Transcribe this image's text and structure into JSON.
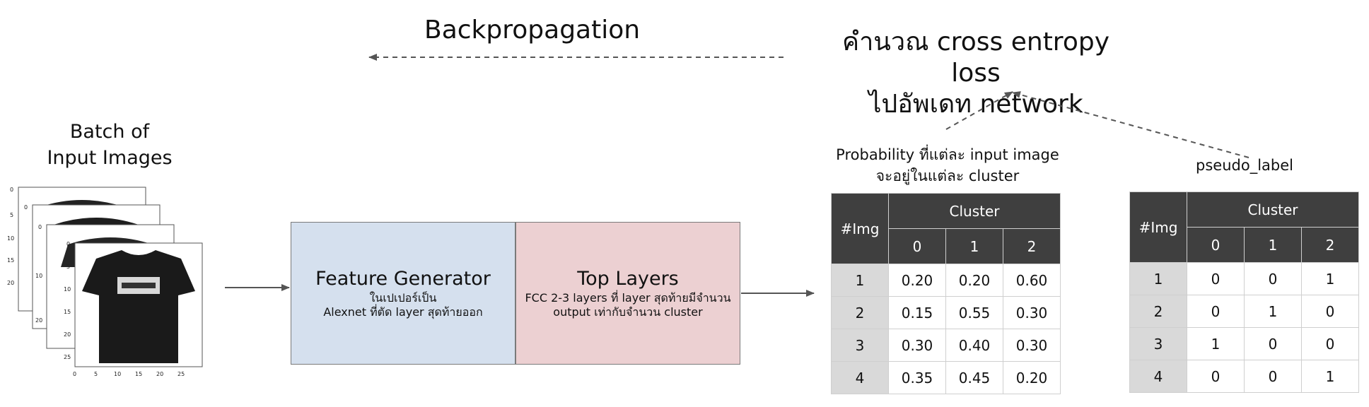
{
  "backprop": {
    "label": "Backpropagation"
  },
  "loss": {
    "line1": "คำนวณ cross entropy loss",
    "line2": "ไปอัพเดท network"
  },
  "batch": {
    "line1": "Batch of",
    "line2": "Input Images"
  },
  "sample_image": {
    "description_icon": "tshirt-icon",
    "axis_ticks_y": [
      "0",
      "5",
      "10",
      "15",
      "20",
      "25"
    ],
    "axis_ticks_x": [
      "0",
      "5",
      "10",
      "15",
      "20",
      "25"
    ]
  },
  "feature_generator": {
    "title": "Feature Generator",
    "sub1": "ในเปเปอร์เป็น",
    "sub2": "Alexnet ที่ตัด layer สุดท้ายออก"
  },
  "top_layers": {
    "title": "Top Layers",
    "sub1": "FCC 2-3 layers ที่ layer สุดท้ายมีจำนวน",
    "sub2": "output เท่ากับจำนวน cluster"
  },
  "probability": {
    "label1": "Probability ที่แต่ละ input image",
    "label2": "จะอยู่ในแต่ละ cluster",
    "img_header": "#Img",
    "cluster_header": "Cluster",
    "columns": [
      "0",
      "1",
      "2"
    ],
    "rows": [
      {
        "img": "1",
        "values": [
          "0.20",
          "0.20",
          "0.60"
        ]
      },
      {
        "img": "2",
        "values": [
          "0.15",
          "0.55",
          "0.30"
        ]
      },
      {
        "img": "3",
        "values": [
          "0.30",
          "0.40",
          "0.30"
        ]
      },
      {
        "img": "4",
        "values": [
          "0.35",
          "0.45",
          "0.20"
        ]
      }
    ]
  },
  "pseudo": {
    "label": "pseudo_label",
    "img_header": "#Img",
    "cluster_header": "Cluster",
    "columns": [
      "0",
      "1",
      "2"
    ],
    "rows": [
      {
        "img": "1",
        "values": [
          "0",
          "0",
          "1"
        ]
      },
      {
        "img": "2",
        "values": [
          "0",
          "1",
          "0"
        ]
      },
      {
        "img": "3",
        "values": [
          "1",
          "0",
          "0"
        ]
      },
      {
        "img": "4",
        "values": [
          "0",
          "0",
          "1"
        ]
      }
    ]
  },
  "colors": {
    "feature_generator_fill": "#d5e0ee",
    "top_layers_fill": "#ecd0d2",
    "table_header": "#3f3f3f",
    "row_header": "#d9d9d9",
    "arrow": "#555555"
  }
}
